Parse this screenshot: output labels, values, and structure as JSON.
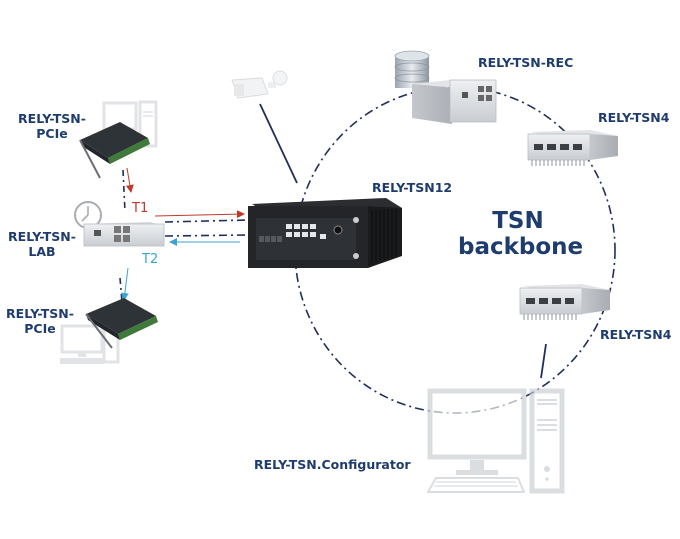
{
  "diagram": {
    "center_label": [
      "TSN",
      "backbone"
    ],
    "nodes": {
      "pcie_top": {
        "label_line1": "RELY-TSN-",
        "label_line2": "PCIe",
        "icon": "pcie-card-with-pc"
      },
      "lab": {
        "label_line1": "RELY-TSN-",
        "label_line2": "LAB",
        "icon": "lab-device-with-clock"
      },
      "pcie_bottom": {
        "label_line1": "RELY-TSN-",
        "label_line2": "PCIe",
        "icon": "pcie-card-with-pc"
      },
      "tsn12": {
        "label": "RELY-TSN12",
        "icon": "tsn12-switch"
      },
      "rec": {
        "label": "RELY-TSN-REC",
        "icon": "recorder-with-database"
      },
      "tsn4_top": {
        "label": "RELY-TSN4",
        "icon": "tsn4-switch"
      },
      "tsn4_bottom": {
        "label": "RELY-TSN4",
        "icon": "tsn4-switch"
      },
      "configurator": {
        "label": "RELY-TSN.Configurator",
        "icon": "desktop-computer"
      },
      "camera": {
        "icon": "ip-camera"
      }
    },
    "flows": {
      "t1": {
        "label": "T1",
        "color": "#c0392b"
      },
      "t2": {
        "label": "T2",
        "color": "#3aa3d6"
      }
    },
    "colors": {
      "label": "#1f3c6e",
      "link": "#1f2f5a"
    }
  }
}
